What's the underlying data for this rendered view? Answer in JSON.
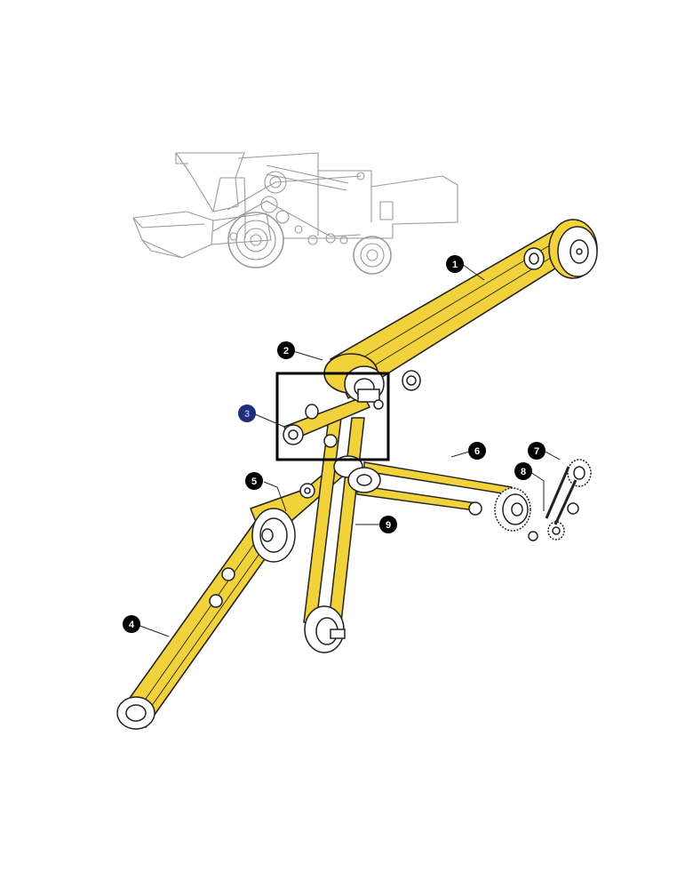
{
  "diagram": {
    "type": "combine-harvester-belt-drive-layout",
    "colors": {
      "belt": "#f2d23a",
      "belt_outline": "#222222",
      "pulley_fill": "#ffffff",
      "callout_fill": "#000000",
      "callout_selected_fill": "#1f2f78",
      "callout_text": "#ffffff",
      "highlight_frame": "#000000",
      "machine_outline": "#9a9a9a"
    },
    "callouts": [
      {
        "id": "1",
        "label": "1",
        "selected": false
      },
      {
        "id": "2",
        "label": "2",
        "selected": false
      },
      {
        "id": "3",
        "label": "3",
        "selected": true
      },
      {
        "id": "4",
        "label": "4",
        "selected": false
      },
      {
        "id": "5",
        "label": "5",
        "selected": false
      },
      {
        "id": "6",
        "label": "6",
        "selected": false
      },
      {
        "id": "7",
        "label": "7",
        "selected": false
      },
      {
        "id": "8",
        "label": "8",
        "selected": false
      },
      {
        "id": "9",
        "label": "9",
        "selected": false
      }
    ],
    "highlight": {
      "target": "3"
    },
    "overview_icon": "combine-harvester-icon"
  }
}
